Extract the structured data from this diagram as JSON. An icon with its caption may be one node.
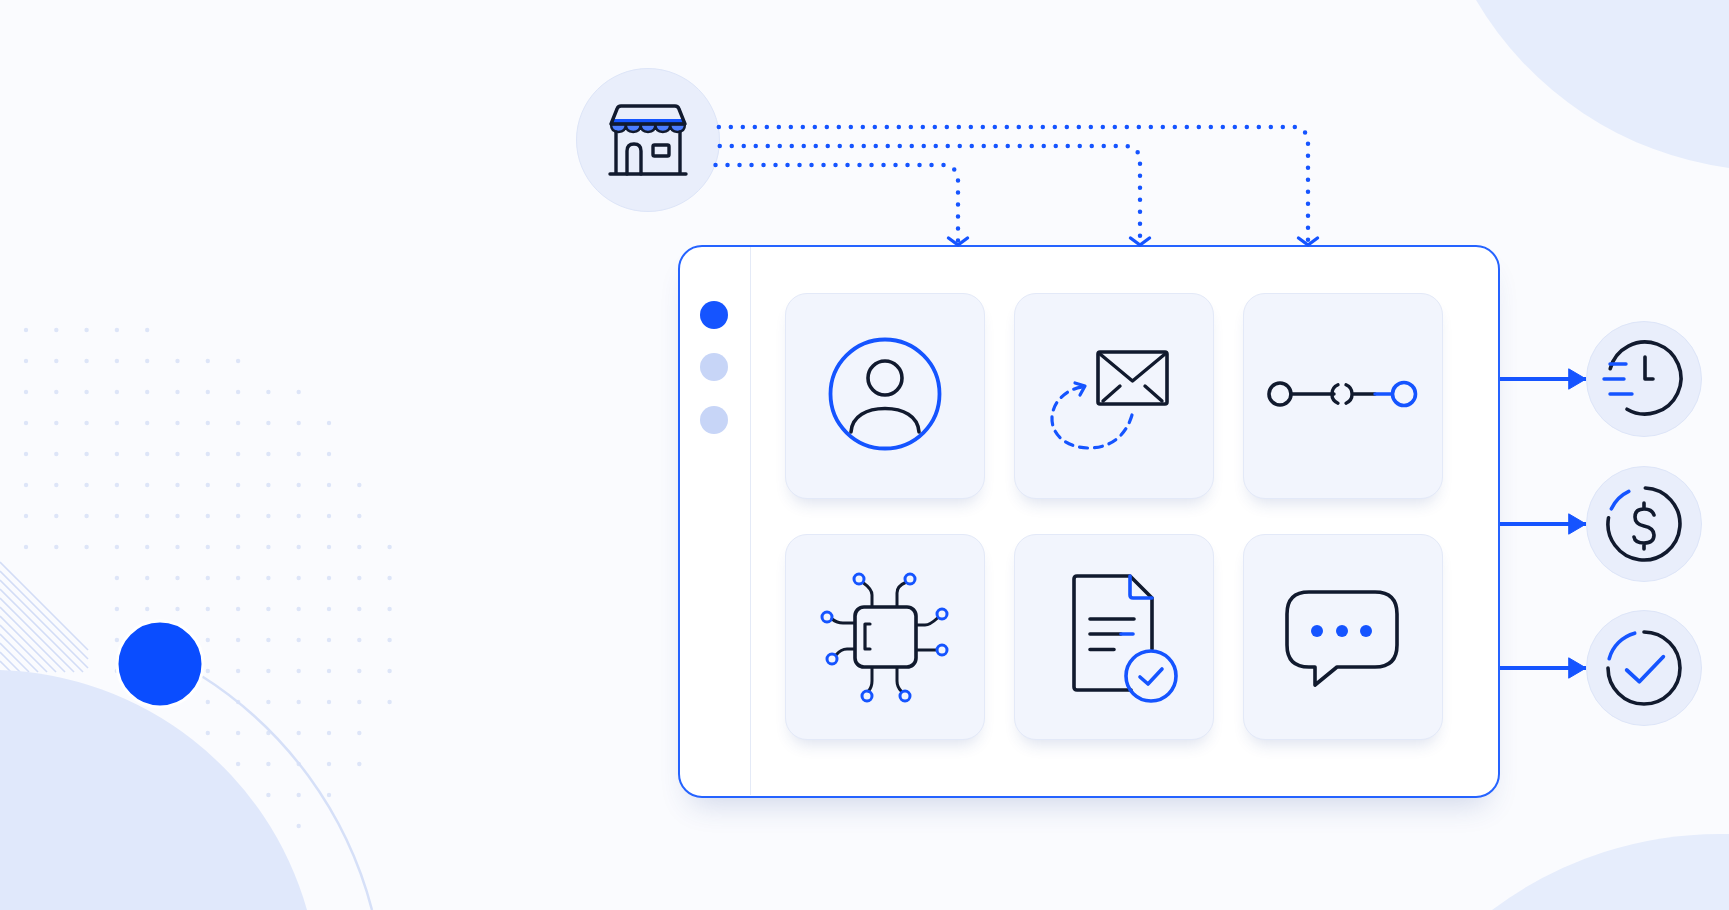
{
  "diagram": {
    "nodes": [
      {
        "text": [],
        "shape": "circle"
      },
      {
        "text": [],
        "shape": "box"
      },
      {
        "text": [],
        "shape": "box",
        "in": 1
      },
      {
        "text": [],
        "shape": "box",
        "in": 1
      },
      {
        "text": [],
        "shape": "box",
        "in": 1
      },
      {
        "text": [],
        "shape": "box",
        "in": 1
      },
      {
        "text": [],
        "shape": "box",
        "in": 1
      },
      {
        "text": [],
        "shape": "box",
        "in": 1
      },
      {
        "text": [],
        "shape": "circle"
      },
      {
        "text": [],
        "shape": "circle"
      },
      {
        "text": [],
        "shape": "circle"
      }
    ],
    "edges": [
      {
        "from": 0,
        "to": 1,
        "arrow": "to",
        "style": "dashed"
      },
      {
        "from": 0,
        "to": 1,
        "arrow": "to",
        "style": "dashed"
      },
      {
        "from": 0,
        "to": 1,
        "arrow": "to",
        "style": "dashed"
      },
      {
        "from": 1,
        "to": 8,
        "arrow": "to"
      },
      {
        "from": 1,
        "to": 9,
        "arrow": "to"
      },
      {
        "from": 1,
        "to": 10,
        "arrow": "to"
      }
    ]
  }
}
